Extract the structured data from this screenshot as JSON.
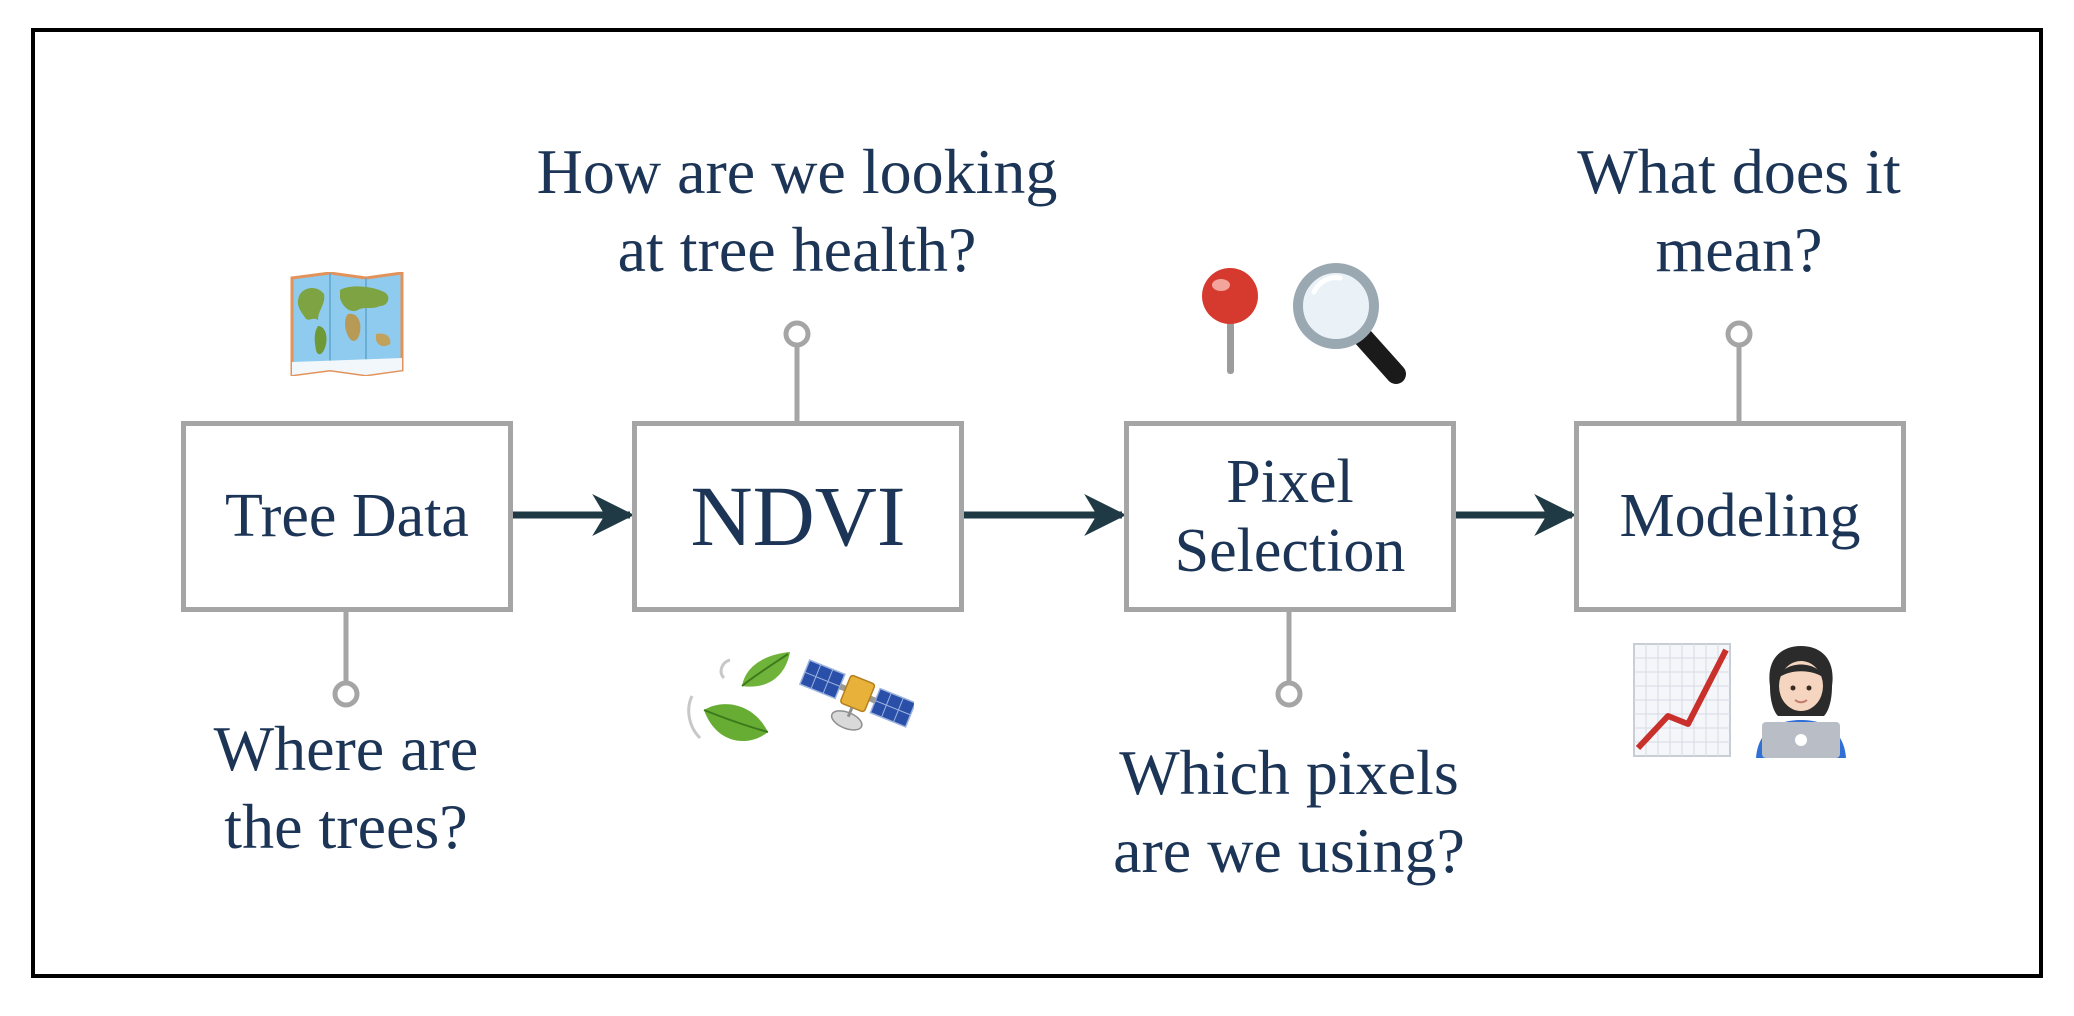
{
  "colors": {
    "text": "#1c3556",
    "box_border": "#a5a5a5",
    "connector": "#a5a5a5",
    "arrow": "#1f3a44",
    "frame": "#000000"
  },
  "steps": [
    {
      "label": "Tree Data",
      "question_lines": [
        "Where are",
        "the trees?"
      ],
      "question_position": "below",
      "icons": [
        "world-map-icon"
      ]
    },
    {
      "label": "NDVI",
      "question_lines": [
        "How are we looking",
        "at tree health?"
      ],
      "question_position": "above",
      "icons": [
        "leaves-icon",
        "satellite-icon"
      ]
    },
    {
      "label_lines": [
        "Pixel",
        "Selection"
      ],
      "question_lines": [
        "Which pixels",
        "are we using?"
      ],
      "question_position": "below",
      "icons": [
        "round-pushpin-icon",
        "magnifying-glass-icon"
      ]
    },
    {
      "label": "Modeling",
      "question_lines": [
        "What does it",
        "mean?"
      ],
      "question_position": "above",
      "icons": [
        "chart-increasing-icon",
        "woman-technologist-icon"
      ]
    }
  ]
}
